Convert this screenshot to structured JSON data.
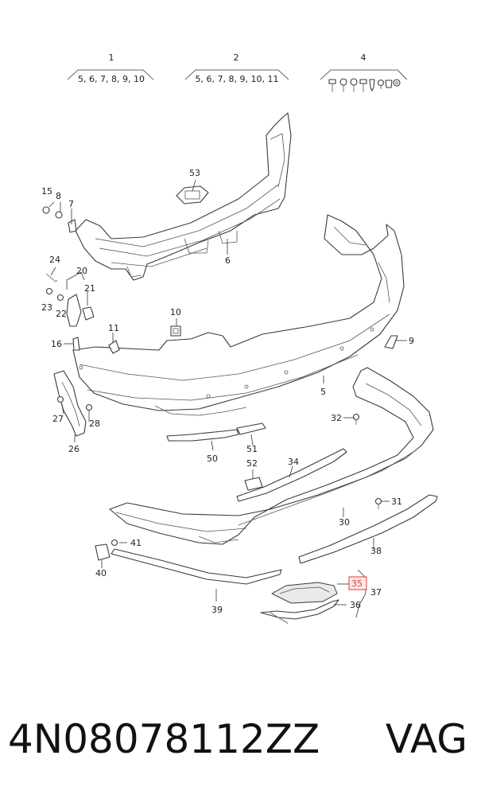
{
  "groups": [
    {
      "number": "1",
      "list": "5, 6, 7, 8, 9, 10"
    },
    {
      "number": "2",
      "list": "5, 6, 7, 8, 9, 10, 11"
    },
    {
      "number": "4",
      "list": ""
    }
  ],
  "callouts": {
    "c5": "5",
    "c6": "6",
    "c7": "7",
    "c8": "8",
    "c9": "9",
    "c10": "10",
    "c11": "11",
    "c15": "15",
    "c16": "16",
    "c20": "20",
    "c21": "21",
    "c22": "22",
    "c23": "23",
    "c24": "24",
    "c26": "26",
    "c27": "27",
    "c28": "28",
    "c30": "30",
    "c31": "31",
    "c32": "32",
    "c34": "34",
    "c35": "35",
    "c36": "36",
    "c37": "37",
    "c38": "38",
    "c39": "39",
    "c40": "40",
    "c41": "41",
    "c50": "50",
    "c51": "51",
    "c52": "52",
    "c53": "53"
  },
  "highlight_color": "#e53935",
  "footer": {
    "part_number": "4N08078112ZZ",
    "brand": "VAG"
  }
}
